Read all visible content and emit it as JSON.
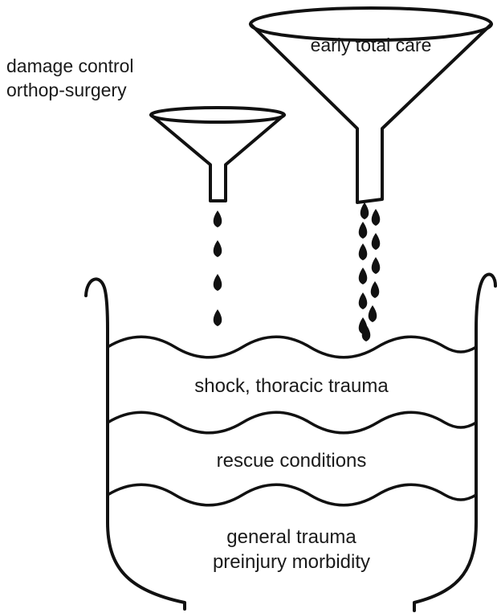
{
  "labels": {
    "damage_control_line1": "damage control",
    "damage_control_line2": "orthop-surgery",
    "early_total_care": "early total care",
    "layer_top": "shock, thoracic trauma",
    "layer_middle": "rescue conditions",
    "layer_bottom_line1": "general trauma",
    "layer_bottom_line2": "preinjury morbidity"
  },
  "colors": {
    "ink": "#111111",
    "background": "#ffffff"
  }
}
